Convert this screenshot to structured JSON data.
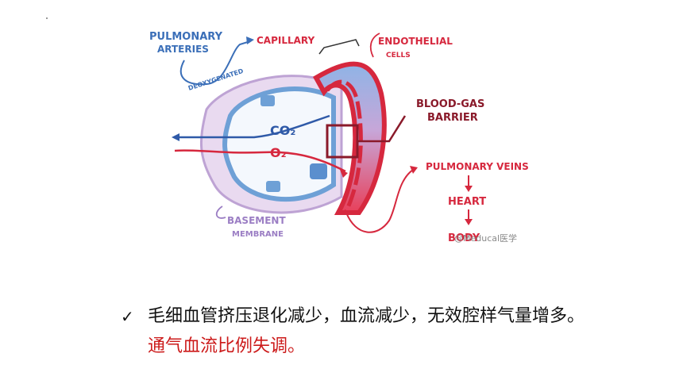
{
  "slide": {
    "diagram": {
      "labels": {
        "pulmonary_arteries_1": "PULMONARY",
        "pulmonary_arteries_2": "ARTERIES",
        "deoxygenated": "DEOXYGENATED",
        "capillary": "CAPILLARY",
        "endothelial_1": "ENDOTHELIAL",
        "endothelial_2": "CELLS",
        "blood_gas_1": "BLOOD-GAS",
        "blood_gas_2": "BARRIER",
        "pulmonary_veins": "PULMONARY VEINS",
        "heart": "HEART",
        "body": "BODY",
        "co2": "CO₂",
        "o2": "O₂",
        "basement_1": "BASEMENT",
        "basement_2": "MEMBRANE",
        "watermark": "@Meducal医学"
      }
    },
    "bullet": {
      "check_icon": "✓",
      "text_black": "毛细血管挤压退化减少，血流减少，无效腔样气量增多。",
      "text_red": "通气血流比例失调。"
    }
  }
}
